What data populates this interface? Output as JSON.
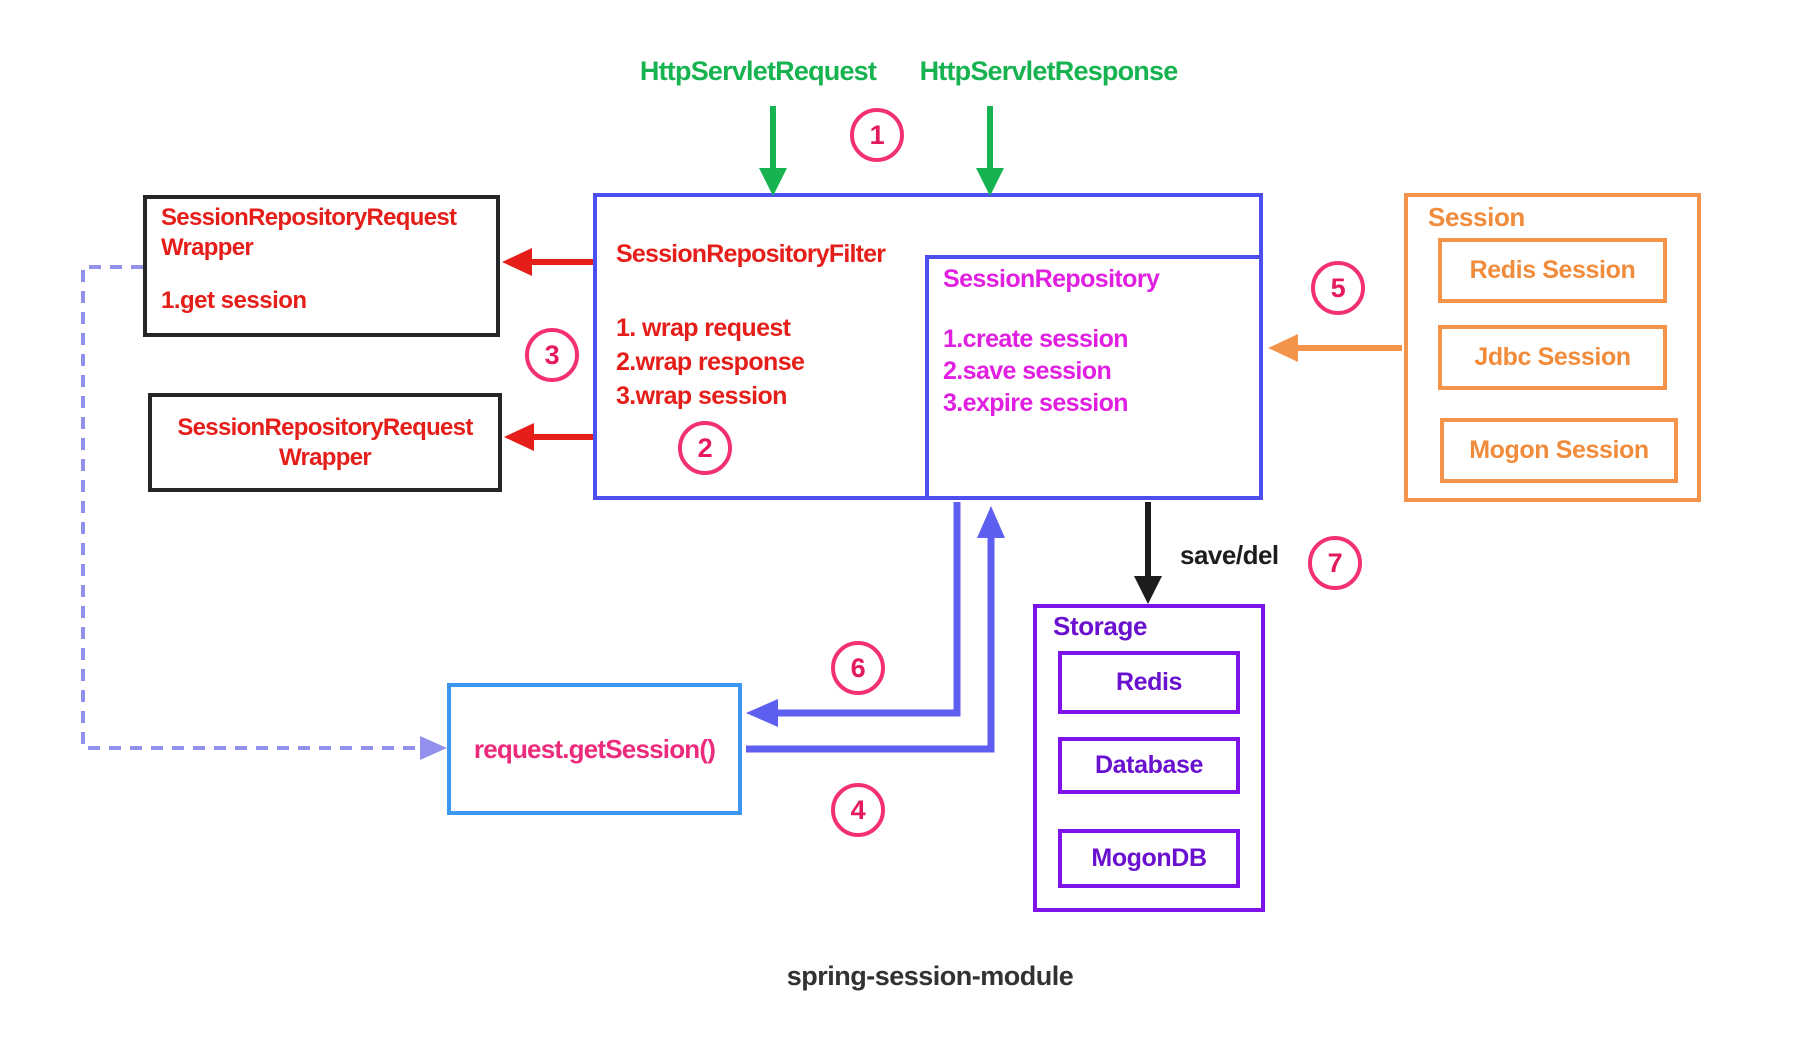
{
  "d": {
    "labels": {
      "http_request": "HttpServletRequest",
      "http_response": "HttpServletResponse",
      "save_del": "save/del",
      "caption": "spring-session-module"
    },
    "filter": {
      "title": "SessionRepositoryFilter",
      "items": [
        "1. wrap request",
        "2.wrap response",
        "3.wrap session"
      ]
    },
    "repository": {
      "title": "SessionRepository",
      "items": [
        "1.create session",
        "2.save session",
        "3.expire session"
      ]
    },
    "wrapper_top": {
      "title_line1": "SessionRepositoryRequest",
      "title_line2": "Wrapper",
      "item": "1.get session"
    },
    "wrapper_bottom": {
      "title_line1": "SessionRepositoryRequest",
      "title_line2": "Wrapper"
    },
    "session": {
      "title": "Session",
      "items": [
        "Redis Session",
        "Jdbc Session",
        "Mogon Session"
      ]
    },
    "storage": {
      "title": "Storage",
      "items": [
        "Redis",
        "Database",
        "MogonDB"
      ]
    },
    "get_session": {
      "label": "request.getSession()"
    },
    "steps": [
      "1",
      "2",
      "3",
      "4",
      "5",
      "6",
      "7"
    ],
    "colors": {
      "green": "#17b350",
      "blue_border": "#4d4ef0",
      "arrow_blue": "#5e5ef0",
      "dashed_purple": "#9191ed",
      "red": "#e51e1a",
      "magenta": "#e11fe1",
      "pink_text": "#ed2b7c",
      "badge_pink": "#f23072",
      "orange": "#f4944a",
      "storage_purple": "#7d13e8",
      "light_blue": "#3b97f2",
      "black": "#1c1c1e"
    }
  }
}
